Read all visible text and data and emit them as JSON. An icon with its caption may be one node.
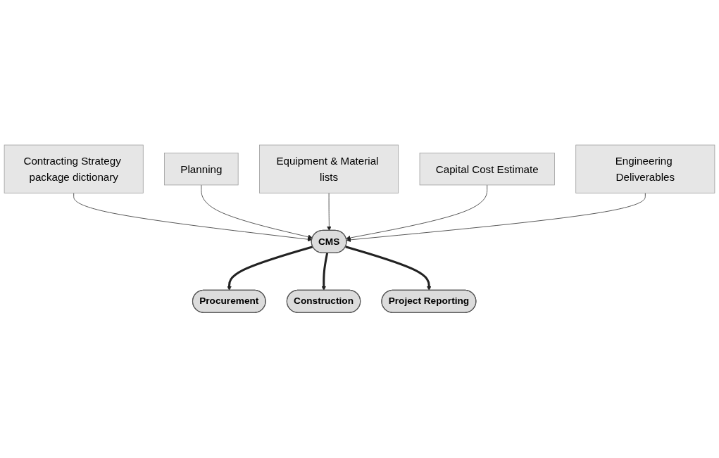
{
  "diagram": {
    "nodes": [
      {
        "text": [
          "Contracting Strategy package dictionary"
        ]
      },
      {
        "text": [
          "Planning"
        ]
      },
      {
        "text": [
          "Equipment & Material lists"
        ]
      },
      {
        "text": [
          "Capital Cost Estimate"
        ]
      },
      {
        "text": [
          "CMS"
        ]
      },
      {
        "text": [
          "Engineering Deliverables"
        ]
      },
      {
        "text": [
          "Procurement"
        ]
      },
      {
        "text": [
          "Construction"
        ]
      },
      {
        "text": [
          "Project Reporting"
        ]
      }
    ],
    "edges": [
      {
        "from": 0,
        "to": 4,
        "arrow": "to"
      },
      {
        "from": 1,
        "to": 4,
        "arrow": "to"
      },
      {
        "from": 2,
        "to": 4,
        "arrow": "to"
      },
      {
        "from": 3,
        "to": 4,
        "arrow": "to"
      },
      {
        "from": 5,
        "to": 4,
        "arrow": "to"
      },
      {
        "from": 4,
        "to": 6,
        "arrow": "to",
        "style": "thick"
      },
      {
        "from": 4,
        "to": 7,
        "arrow": "to",
        "style": "thick"
      },
      {
        "from": 4,
        "to": 8,
        "arrow": "to",
        "style": "thick"
      }
    ]
  }
}
